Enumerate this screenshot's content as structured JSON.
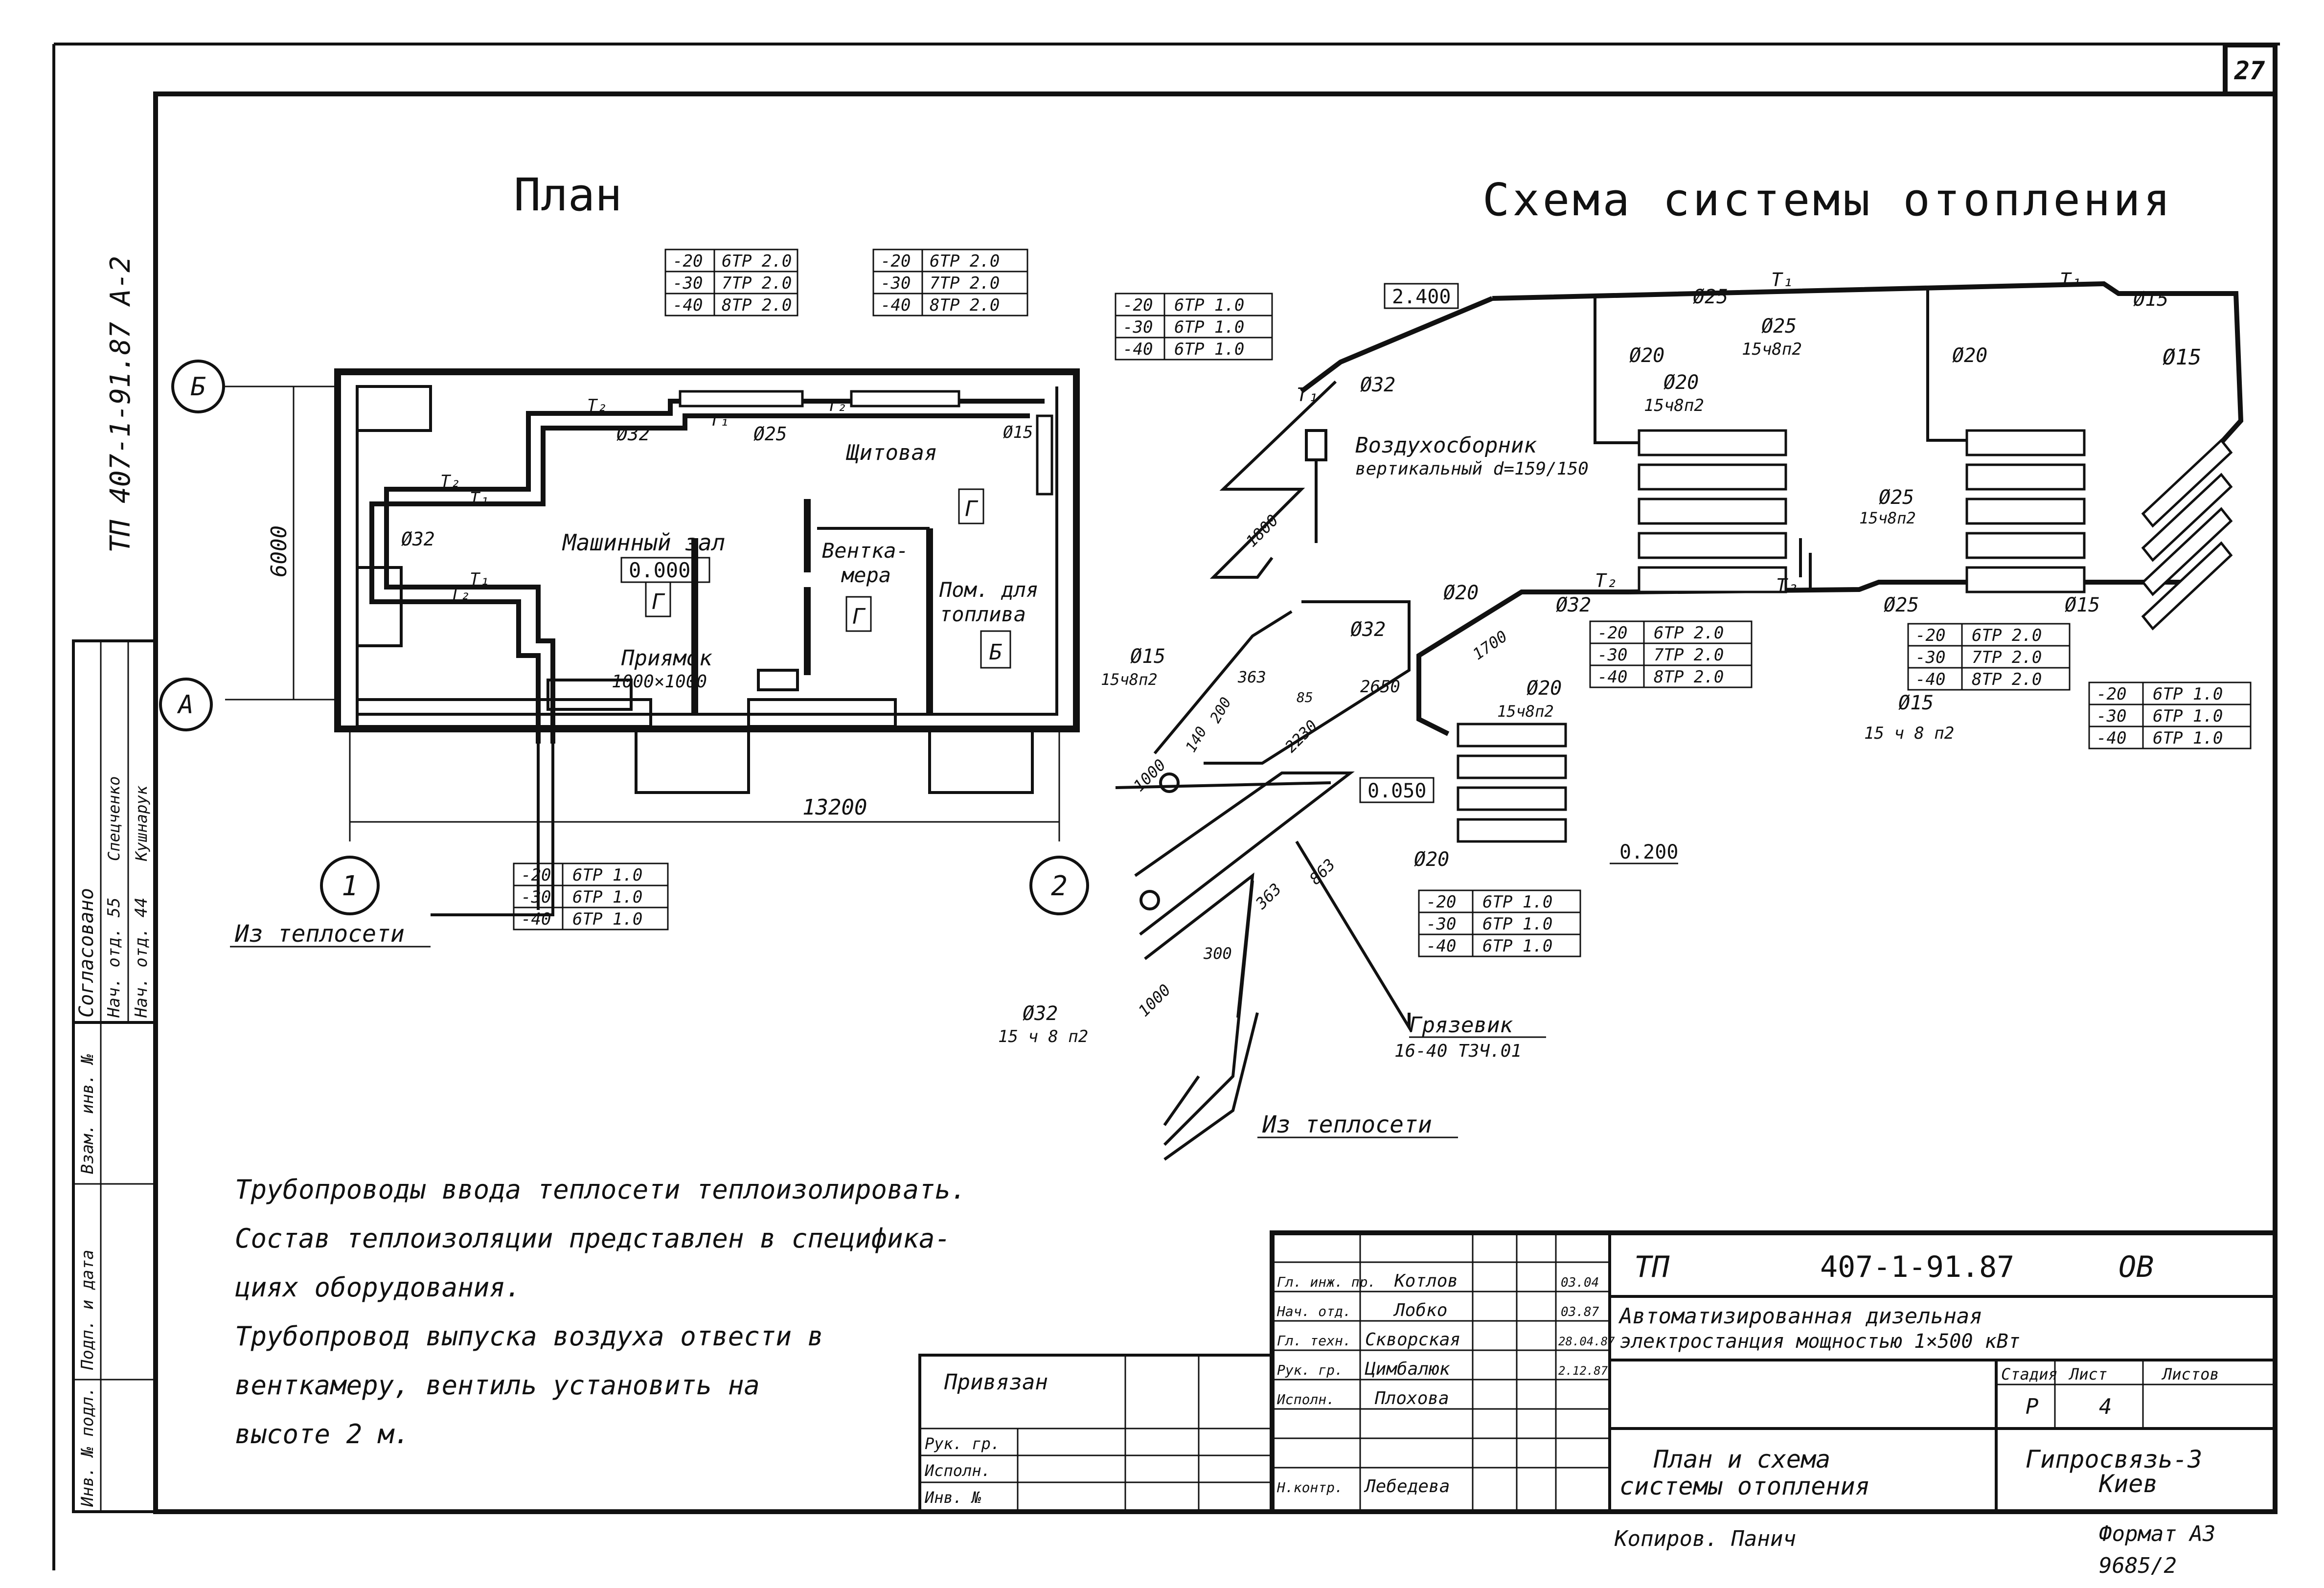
{
  "sheet_number": "27",
  "side_code": "ТП 407-1-91.87 А-2",
  "plan": {
    "title": "План",
    "axis_b": "Б",
    "axis_a": "А",
    "axis_1": "1",
    "axis_2": "2",
    "dim_height": "6000",
    "dim_width": "13200",
    "room_shield": "Щитовая",
    "room_machine": "Машинный зал",
    "room_vent_1": "Венткa-",
    "room_vent_2": "мера",
    "room_fuel_1": "Пом. для",
    "room_fuel_2": "топлива",
    "mark_g": "Г",
    "mark_b": "Б",
    "level": "0.000",
    "pit_1": "Приямок",
    "pit_2": "1000×1000",
    "label_t1": "Т₁",
    "label_t2": "Т₂",
    "d32": "Ø32",
    "d25": "Ø25",
    "d15": "Ø15",
    "from_network": "Из теплосети",
    "tables": {
      "t1": {
        "rows": [
          [
            "-20",
            "6ТР 2.0"
          ],
          [
            "-30",
            "7ТР 2.0"
          ],
          [
            "-40",
            "8ТР 2.0"
          ]
        ]
      },
      "t2": {
        "rows": [
          [
            "-20",
            "6ТР 2.0"
          ],
          [
            "-30",
            "7ТР 2.0"
          ],
          [
            "-40",
            "8ТР 2.0"
          ]
        ]
      },
      "t3": {
        "rows": [
          [
            "-20",
            "6ТР 1.0"
          ],
          [
            "-30",
            "6ТР 1.0"
          ],
          [
            "-40",
            "6ТР 1.0"
          ]
        ]
      }
    }
  },
  "scheme": {
    "title": "Схема системы отопления",
    "level_2400": "2.400",
    "level_0050": "0.050",
    "level_0200": "0.200",
    "t1": "Т₁",
    "t2": "Т₂",
    "d32": "Ø32",
    "d25": "Ø25",
    "d20": "Ø20",
    "d15": "Ø15",
    "valve_15": "15ч8п2",
    "valve_15b": "15 ч 8 п2",
    "air_collector_1": "Воздухосборник",
    "air_collector_2": "вертикальный d=159/150",
    "dim_1800": "1800",
    "dim_1700": "1700",
    "dim_2650": "2650",
    "dim_363a": "363",
    "dim_363b": "363",
    "dim_863": "863",
    "dim_2230": "2230",
    "dim_1000a": "1000",
    "dim_1000b": "1000",
    "dim_140": "140",
    "dim_200": "200",
    "dim_300": "300",
    "dim_85": "85",
    "mud_1": "Грязевик",
    "mud_2": "16-40 ТЗЧ.01",
    "from_network": "Из теплосети",
    "tables": {
      "s1": {
        "rows": [
          [
            "-20",
            "6ТР 1.0"
          ],
          [
            "-30",
            "6ТР 1.0"
          ],
          [
            "-40",
            "6ТР 1.0"
          ]
        ]
      },
      "s2": {
        "rows": [
          [
            "-20",
            "6ТР 2.0"
          ],
          [
            "-30",
            "7ТР 2.0"
          ],
          [
            "-40",
            "8ТР 2.0"
          ]
        ]
      },
      "s3": {
        "rows": [
          [
            "-20",
            "6ТР 2.0"
          ],
          [
            "-30",
            "7ТР 2.0"
          ],
          [
            "-40",
            "8ТР 2.0"
          ]
        ]
      },
      "s4": {
        "rows": [
          [
            "-20",
            "6ТР 1.0"
          ],
          [
            "-30",
            "6ТР 1.0"
          ],
          [
            "-40",
            "6ТР 1.0"
          ]
        ]
      },
      "s5": {
        "rows": [
          [
            "-20",
            "6ТР 1.0"
          ],
          [
            "-30",
            "6ТР 1.0"
          ],
          [
            "-40",
            "6ТР 1.0"
          ]
        ]
      }
    }
  },
  "notes": [
    "Трубопроводы ввода теплосети теплоизолировать.",
    "Состав теплоизоляции представлен в специфика-",
    "циях оборудования.",
    "Трубопровод выпуска воздуха отвести в",
    "венткамеру, вентиль установить на",
    "высоте 2 м."
  ],
  "approval": {
    "agreed": "Согласовано",
    "col1": "Нач. отд. 55",
    "col2": "Нач. отд. 44",
    "name1": "Спецченко",
    "name2": "Кушнарук",
    "inv_dup": "Взам. инв. №",
    "sign_date": "Подп. и дата",
    "inv_orig": "Инв. № подл."
  },
  "title_block": {
    "code": "ТП",
    "number": "407-1-91.87",
    "mark": "ОВ",
    "project_1": "Автоматизированная дизельная",
    "project_2": "электростанция мощностью 1×500 кВт",
    "sheet_title_1": "План и схема",
    "sheet_title_2": "системы отопления",
    "org_1": "Гипросвязь-3",
    "org_2": "Киев",
    "stage_label": "Стадия",
    "sheet_label": "Лист",
    "sheets_label": "Листов",
    "stage": "Р",
    "sheet": "4",
    "roles": [
      {
        "role": "Гл. инж. пр.",
        "name": "Котлов",
        "date": "03.04"
      },
      {
        "role": "Нач. отд.",
        "name": "Лобко",
        "date": "03.87"
      },
      {
        "role": "Гл. техн.",
        "name": "Скворская",
        "date": "28.04.87"
      },
      {
        "role": "Рук. гр.",
        "name": "Цимбалюк",
        "date": "2.12.87"
      },
      {
        "role": "Исполн.",
        "name": "Плохова",
        "date": ""
      },
      {
        "role": "",
        "name": "",
        "date": ""
      },
      {
        "role": "Н.контр.",
        "name": "Лебедева",
        "date": ""
      }
    ],
    "binding": "Привязан",
    "bind_roles": [
      "Рук. гр.",
      "Исполн.",
      "Инв. №"
    ],
    "copied": "Копиров. Панич",
    "format": "Формат А3",
    "archive": "9685/2"
  }
}
